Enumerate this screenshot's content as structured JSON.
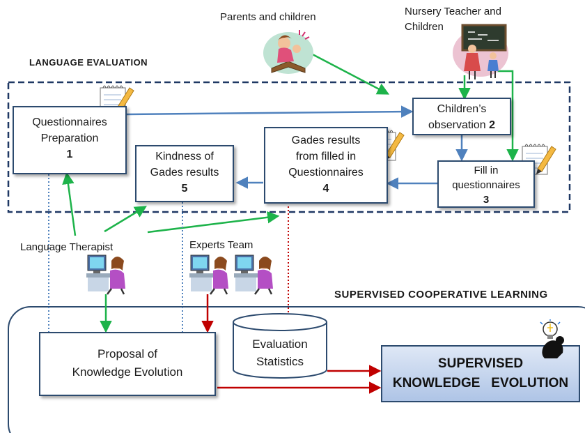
{
  "labels": {
    "parents_children": "Parents and children",
    "nursery_teacher_line1": "Nursery Teacher and",
    "nursery_teacher_line2": "Children",
    "language_evaluation": "LANGUAGE  EVALUATION",
    "language_therapist": "Language Therapist",
    "experts_team": "Experts Team",
    "supervised_cooperative_learning": "SUPERVISED  COOPERATIVE  LEARNING"
  },
  "boxes": {
    "questionnaires_preparation": {
      "line1": "Questionnaires",
      "line2": "Preparation",
      "number": "1"
    },
    "childrens_observation": {
      "line1": "Children’s",
      "line2": "observation",
      "number": "2"
    },
    "fill_in_questionnaires": {
      "line1": "Fill  in",
      "line2": "questionnaires",
      "number": "3"
    },
    "gades_results": {
      "line1": "Gades results",
      "line2": "from filled in",
      "line3": "Questionnaires",
      "number": "4"
    },
    "kindness_gades": {
      "line1": "Kindness of",
      "line2": "Gades results",
      "number": "5"
    },
    "proposal": {
      "line1": "Proposal of",
      "line2": "Knowledge Evolution"
    },
    "evaluation_statistics": {
      "line1": "Evaluation",
      "line2": "Statistics"
    },
    "supervised_knowledge": {
      "line1": "SUPERVISED",
      "line2": "KNOWLEDGE   EVOLUTION"
    }
  },
  "colors": {
    "blue_arrow": "#4f81bd",
    "green_arrow": "#1db34a",
    "red_arrow": "#c00000",
    "dashed_frame": "#1f3864",
    "box_border": "#2c4a6e",
    "supervised_fill": "#c5d6ee"
  },
  "icons": [
    "notepad-pencil-icon",
    "parent-reading-icon",
    "teacher-blackboard-icon",
    "computer-user-icon",
    "lightbulb-thinker-icon"
  ]
}
